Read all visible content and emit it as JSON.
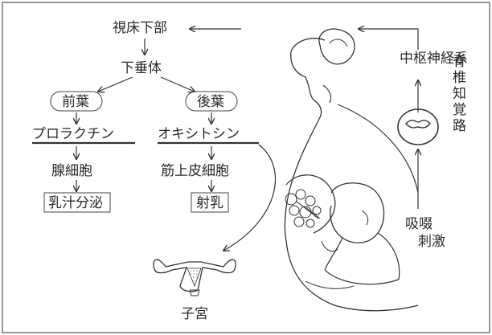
{
  "diagram": {
    "hypothalamus": "視床下部",
    "pituitary": "下垂体",
    "anterior_lobe": "前葉",
    "posterior_lobe": "後葉",
    "prolactin": "プロラクチン",
    "oxytocin": "オキシトシン",
    "gland_cells": "腺細胞",
    "myoepithelial_cells": "筋上皮細胞",
    "milk_secretion": "乳汁分泌",
    "milk_ejection": "射乳",
    "uterus": "子宮",
    "cns": "中枢神経系",
    "spinal_sensory_path": [
      "脊",
      "椎",
      "知",
      "覚",
      "路"
    ],
    "sucking_stimulus": [
      "吸啜",
      "刺激"
    ]
  },
  "colors": {
    "ink": "#2a2a2a",
    "line": "#333333",
    "background": "#ffffff"
  }
}
